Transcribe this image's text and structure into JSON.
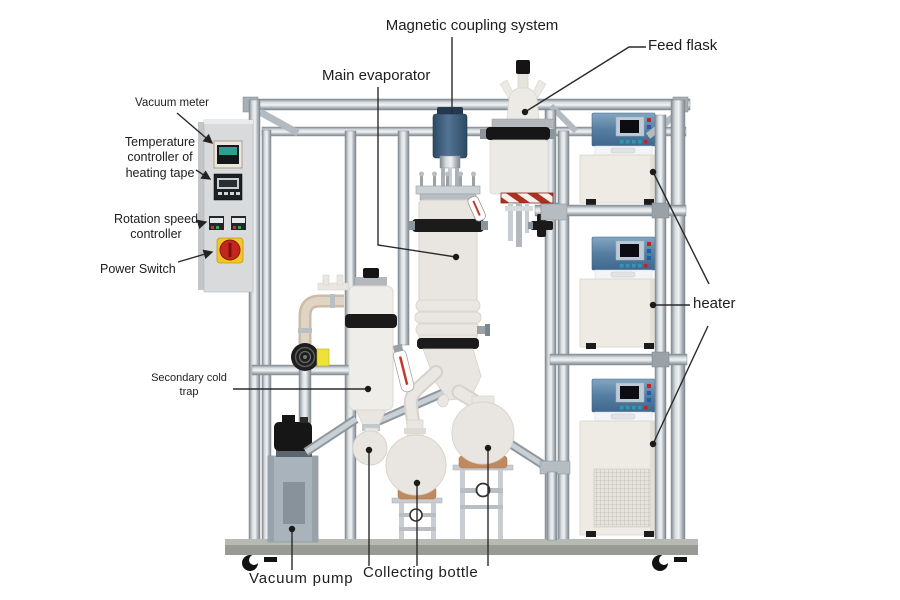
{
  "diagram": {
    "subject": "wiped film molecular distillation unit",
    "labels": {
      "magnetic_coupling_system": "Magnetic coupling system",
      "feed_flask": "Feed flask",
      "main_evaporator": "Main evaporator",
      "vacuum_meter": "Vacuum meter",
      "temperature_controller": "Temperature controller of heating tape",
      "rotation_speed_controller": "Rotation speed controller",
      "power_switch": "Power Switch",
      "secondary_cold_trap": "Secondary cold trap",
      "heater": "heater",
      "vacuum_pump": "Vacuum pump",
      "collecting_bottle": "Collecting bottle"
    },
    "colors": {
      "background": "#ffffff",
      "label_text": "#1d1d1d",
      "leader_line": "#2b2b2b",
      "frame_metal": "#b9c0c6",
      "glass": "#e9e6e1",
      "clamp_black": "#1b1b1b",
      "heater_body": "#edebe4",
      "heater_head_blue": "#567ea2",
      "motor_blue": "#3c5a74",
      "cork_tan": "#c08a5e",
      "hazard_red": "#ae3120",
      "power_button_red": "#c3261c",
      "power_plate_yellow": "#f2c52b",
      "vacuum_meter_screen": "#2f9e8e",
      "pump_body": "#a9b3bc",
      "base_plate": "#989b93",
      "gauge_tag_yellow": "#ede23a"
    }
  }
}
